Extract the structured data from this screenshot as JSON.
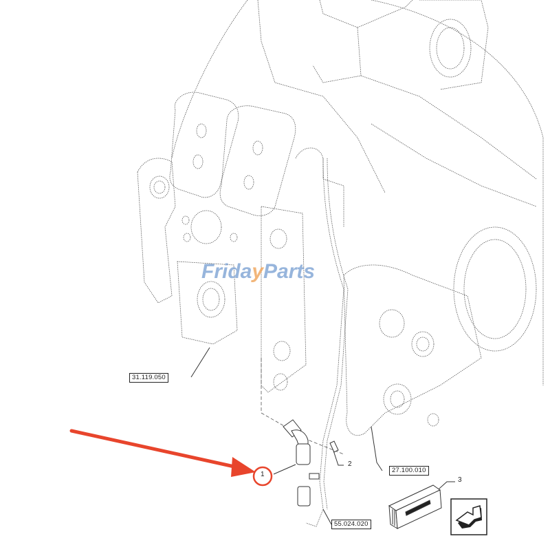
{
  "diagram": {
    "type": "exploded-parts-drawing",
    "subject": "Tractor rear axle / transmission housing with sensor and wiring harness",
    "watermark": {
      "text_part1": "Frida",
      "text_v": "y",
      "text_part2": "Parts",
      "colors": {
        "main": "#7ea3d4",
        "accent": "#f0a45a"
      }
    },
    "reference_labels": [
      {
        "id": "ref-31-119-050",
        "text": "31.119.050"
      },
      {
        "id": "ref-27-100-010",
        "text": "27.100.010"
      },
      {
        "id": "ref-55-024-020",
        "text": "55.024.020"
      }
    ],
    "callouts": [
      {
        "number": "1",
        "part": "sensor (elbow connector)"
      },
      {
        "number": "2",
        "part": "bolt"
      },
      {
        "number": "3",
        "part": "kit / packaged part"
      }
    ],
    "annotation": {
      "arrow_color": "#e8452c",
      "circle_color": "#e8452c",
      "points_to_callout": "1"
    },
    "nav_icon": "arrow-next-page-icon"
  }
}
